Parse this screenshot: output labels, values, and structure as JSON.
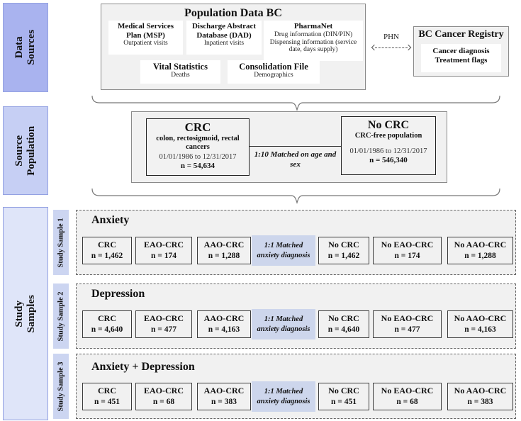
{
  "colors": {
    "data_sources_blue": "#a9b3ef",
    "source_population_blue": "#c6cff4",
    "study_samples_blue": "#dfe5f9",
    "strip_blue": "#ccd5f1",
    "band_blue": "#cdd6ec",
    "box_gray": "#f1f1f1",
    "border_gray": "#8a8a8a"
  },
  "sidebar": {
    "data_sources_label": "Data Sources",
    "source_population_label": "Source Population",
    "study_samples_label": "Study Samples"
  },
  "data_sources": {
    "population_box_title": "Population Data BC",
    "sources": [
      {
        "title": "Medical Services Plan (MSP)",
        "subtitle": "Outpatient visits"
      },
      {
        "title": "Discharge Abstract Database (DAD)",
        "subtitle": "Inpatient visits"
      },
      {
        "title": "PharmaNet",
        "subtitle": "Drug information (DIN/PIN) Dispensing information (service date, days supply)"
      },
      {
        "title": "Vital Statistics",
        "subtitle": "Deaths"
      },
      {
        "title": "Consolidation File",
        "subtitle": "Demographics"
      }
    ],
    "link_label": "PHN",
    "registry": {
      "title": "BC Cancer Registry",
      "line1": "Cancer diagnosis",
      "line2": "Treatment flags"
    }
  },
  "source_population": {
    "crc": {
      "title": "CRC",
      "subtitle": "colon, rectosigmoid, rectal cancers",
      "period": "01/01/1986 to 12/31/2017",
      "n": "n = 54,634"
    },
    "match_note": "1:10 Matched on age and sex",
    "no_crc": {
      "title": "No CRC",
      "subtitle": "CRC-free population",
      "period": "01/01/1986 to 12/31/2017",
      "n": "n = 546,340"
    }
  },
  "study_samples": [
    {
      "strip_label": "Study Sample 1",
      "heading": "Anxiety",
      "boxes_left": [
        {
          "title": "CRC",
          "n": "n = 1,462"
        },
        {
          "title": "EAO-CRC",
          "n": "n = 174"
        },
        {
          "title": "AAO-CRC",
          "n": "n = 1,288"
        }
      ],
      "match_note": "1:1 Matched anxiety diagnosis",
      "boxes_right": [
        {
          "title": "No CRC",
          "n": "n = 1,462"
        },
        {
          "title": "No EAO-CRC",
          "n": "n = 174"
        },
        {
          "title": "No AAO-CRC",
          "n": "n = 1,288"
        }
      ]
    },
    {
      "strip_label": "Study Sample 2",
      "heading": "Depression",
      "boxes_left": [
        {
          "title": "CRC",
          "n": "n = 4,640"
        },
        {
          "title": "EAO-CRC",
          "n": "n = 477"
        },
        {
          "title": "AAO-CRC",
          "n": "n = 4,163"
        }
      ],
      "match_note": "1:1 Matched anxiety diagnosis",
      "boxes_right": [
        {
          "title": "No CRC",
          "n": "n = 4,640"
        },
        {
          "title": "No EAO-CRC",
          "n": "n = 477"
        },
        {
          "title": "No AAO-CRC",
          "n": "n = 4,163"
        }
      ]
    },
    {
      "strip_label": "Study Sample 3",
      "heading": "Anxiety + Depression",
      "boxes_left": [
        {
          "title": "CRC",
          "n": "n = 451"
        },
        {
          "title": "EAO-CRC",
          "n": "n = 68"
        },
        {
          "title": "AAO-CRC",
          "n": "n = 383"
        }
      ],
      "match_note": "1:1 Matched anxiety diagnosis",
      "boxes_right": [
        {
          "title": "No CRC",
          "n": "n = 451"
        },
        {
          "title": "No EAO-CRC",
          "n": "n = 68"
        },
        {
          "title": "No AAO-CRC",
          "n": "n = 383"
        }
      ]
    }
  ]
}
